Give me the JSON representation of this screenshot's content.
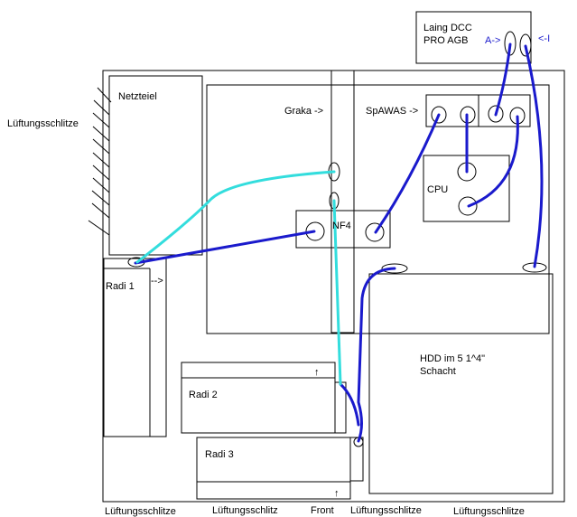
{
  "colors": {
    "outline": "#000000",
    "tube_blue": "#1a1acc",
    "tube_cyan": "#33dddd",
    "background": "#ffffff"
  },
  "labels": {
    "vent_left": "Lüftungsschlitze",
    "vent_bottom_1": "Lüftungsschlitze",
    "vent_bottom_2": "Lüftungsschlitz",
    "front": "Front",
    "vent_bottom_3": "Lüftungsschlitze",
    "vent_bottom_4": "Lüftungsschlitze",
    "psu": "Netzteiel",
    "gpu": "Graka ->",
    "spawas": "SpAWAS ->",
    "cpu": "CPU",
    "nf4": "NF4",
    "radi1": "Radi 1",
    "radi1_arrow": "-->",
    "radi2": "Radi 2",
    "radi3": "Radi 3",
    "hdd_line1": "HDD im 5  1^4\"",
    "hdd_line2": "Schacht",
    "pump_line1": "Laing DCC",
    "pump_line2": "PRO AGB",
    "pump_in": "A->",
    "pump_out": "<-I",
    "arrow_up_1": "↑",
    "arrow_up_2": "↑"
  }
}
